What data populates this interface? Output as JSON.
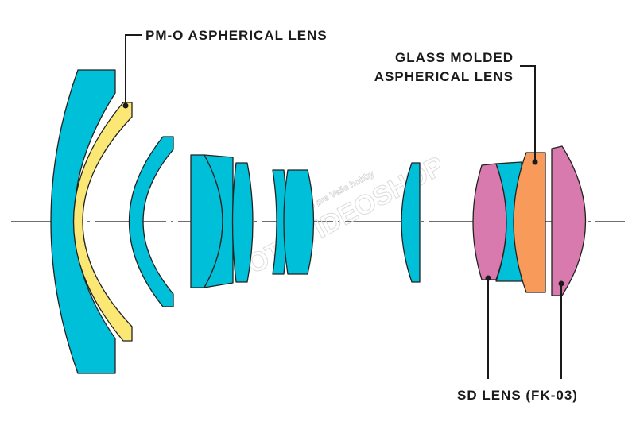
{
  "colors": {
    "cyan": "#00bfd8",
    "yellow": "#fbe774",
    "pink": "#d87aae",
    "orange": "#f79a5a",
    "outline": "#222222",
    "axis": "#1a1a1a"
  },
  "labels": {
    "pmo": "PM-O ASPHERICAL LENS",
    "glass_line1": "GLASS MOLDED",
    "glass_line2": "ASPHERICAL LENS",
    "sd": "SD LENS (FK-03)"
  },
  "watermark": {
    "site": "FOTOVIDEOSHOP",
    "tagline": "všetko pre Vaše hobby"
  }
}
